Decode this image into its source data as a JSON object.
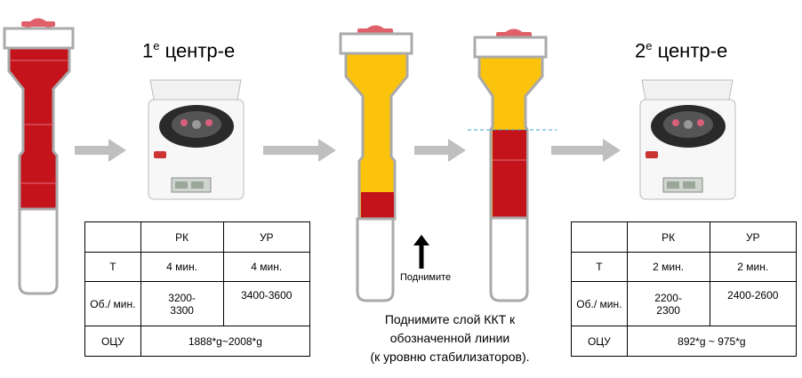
{
  "step1": {
    "title_main": "1",
    "title_sup": "е",
    "title_rest": " центр-е",
    "table": {
      "header": [
        "",
        "РК",
        "УР"
      ],
      "rows": [
        {
          "label": "Т",
          "rk": "4 мин.",
          "ur": "4 мин."
        },
        {
          "label": "Об./ мин.",
          "rk": "3200-3300",
          "ur": "3400-3600"
        }
      ],
      "ocu_label": "ОЦУ",
      "ocu_value": "1888*g~2008*g"
    }
  },
  "step2": {
    "title_main": "2",
    "title_sup": "е",
    "title_rest": " центр-е",
    "table": {
      "header": [
        "",
        "РК",
        "УР"
      ],
      "rows": [
        {
          "label": "Т",
          "rk": "2 мин.",
          "ur": "2 мин."
        },
        {
          "label": "Об./ мин.",
          "rk": "2200-2300",
          "ur": "2400-2600"
        }
      ],
      "ocu_label": "ОЦУ",
      "ocu_value": "892*g ~ 975*g"
    }
  },
  "lift_label": "Поднимите",
  "instruction": {
    "line1": "Поднимите слой ККТ к",
    "line2": "обозначенной линии",
    "line3": "(к уровню стабилизаторов)."
  },
  "colors": {
    "blood_red": "#c4131a",
    "plasma_yellow": "#fbc30c",
    "arrow_gray": "#bfbfbf",
    "cap_red": "#e0606a",
    "guide_line": "#3aa6d8"
  },
  "icons": [
    "tube-icon",
    "centrifuge-icon",
    "arrow-right-icon",
    "arrow-up-icon"
  ]
}
